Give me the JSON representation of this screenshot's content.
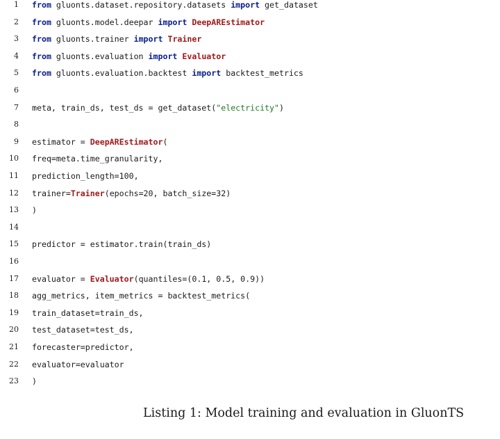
{
  "listing": {
    "lines": [
      {
        "num": "1",
        "tokens": [
          {
            "t": "from",
            "k": "kw"
          },
          {
            "t": " gluonts.dataset.repository.datasets "
          },
          {
            "t": "import",
            "k": "kw"
          },
          {
            "t": " get_dataset"
          }
        ]
      },
      {
        "num": "2",
        "tokens": [
          {
            "t": "from",
            "k": "kw"
          },
          {
            "t": " gluonts.model.deepar "
          },
          {
            "t": "import",
            "k": "kw"
          },
          {
            "t": " "
          },
          {
            "t": "DeepAREstimator",
            "k": "cls"
          }
        ]
      },
      {
        "num": "3",
        "tokens": [
          {
            "t": "from",
            "k": "kw"
          },
          {
            "t": " gluonts.trainer "
          },
          {
            "t": "import",
            "k": "kw"
          },
          {
            "t": " "
          },
          {
            "t": "Trainer",
            "k": "cls"
          }
        ]
      },
      {
        "num": "4",
        "tokens": [
          {
            "t": "from",
            "k": "kw"
          },
          {
            "t": " gluonts.evaluation "
          },
          {
            "t": "import",
            "k": "kw"
          },
          {
            "t": " "
          },
          {
            "t": "Evaluator",
            "k": "cls"
          }
        ]
      },
      {
        "num": "5",
        "tokens": [
          {
            "t": "from",
            "k": "kw"
          },
          {
            "t": " gluonts.evaluation.backtest "
          },
          {
            "t": "import",
            "k": "kw"
          },
          {
            "t": " backtest_metrics"
          }
        ]
      },
      {
        "num": "6",
        "tokens": []
      },
      {
        "num": "7",
        "tokens": [
          {
            "t": "meta, train_ds, test_ds = get_dataset("
          },
          {
            "t": "\"electricity\"",
            "k": "str"
          },
          {
            "t": ")"
          }
        ]
      },
      {
        "num": "8",
        "tokens": []
      },
      {
        "num": "9",
        "tokens": [
          {
            "t": "estimator = "
          },
          {
            "t": "DeepAREstimator",
            "k": "cls"
          },
          {
            "t": "("
          }
        ]
      },
      {
        "num": "10",
        "tokens": [
          {
            "t": "freq=meta.time_granularity,"
          }
        ]
      },
      {
        "num": "11",
        "tokens": [
          {
            "t": "prediction_length=100,"
          }
        ]
      },
      {
        "num": "12",
        "tokens": [
          {
            "t": "trainer="
          },
          {
            "t": "Trainer",
            "k": "cls"
          },
          {
            "t": "(epochs=20, batch_size=32)"
          }
        ]
      },
      {
        "num": "13",
        "tokens": [
          {
            "t": ")"
          }
        ]
      },
      {
        "num": "14",
        "tokens": []
      },
      {
        "num": "15",
        "tokens": [
          {
            "t": "predictor = estimator.train(train_ds)"
          }
        ]
      },
      {
        "num": "16",
        "tokens": []
      },
      {
        "num": "17",
        "tokens": [
          {
            "t": "evaluator = "
          },
          {
            "t": "Evaluator",
            "k": "cls"
          },
          {
            "t": "(quantiles=(0.1, 0.5, 0.9))"
          }
        ]
      },
      {
        "num": "18",
        "tokens": [
          {
            "t": "agg_metrics, item_metrics = backtest_metrics("
          }
        ]
      },
      {
        "num": "19",
        "tokens": [
          {
            "t": "train_dataset=train_ds,"
          }
        ]
      },
      {
        "num": "20",
        "tokens": [
          {
            "t": "test_dataset=test_ds,"
          }
        ]
      },
      {
        "num": "21",
        "tokens": [
          {
            "t": "forecaster=predictor,"
          }
        ]
      },
      {
        "num": "22",
        "tokens": [
          {
            "t": "evaluator=evaluator"
          }
        ]
      },
      {
        "num": "23",
        "tokens": [
          {
            "t": ")"
          }
        ]
      }
    ]
  },
  "caption": "Listing 1: Model training and evaluation in GluonTS",
  "colors": {
    "keyword": "#0a1e8c",
    "class_name": "#a01818",
    "string": "#1e7a1e",
    "text": "#1a1a1a"
  }
}
